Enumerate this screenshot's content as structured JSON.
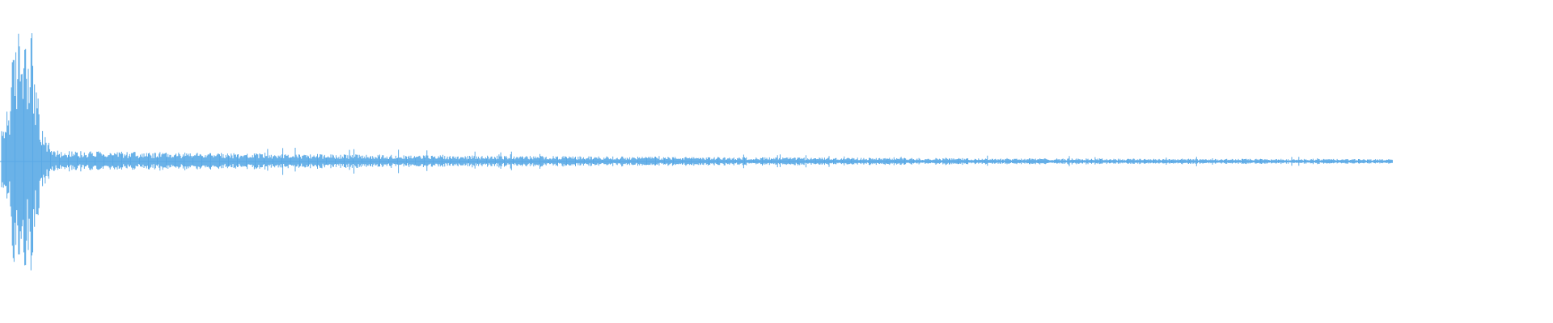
{
  "waveform": {
    "color": "#5aa9e6",
    "background": "#ffffff",
    "shape": "impulse-decay",
    "peak_level": 0.95,
    "tail_level": 0.01
  }
}
